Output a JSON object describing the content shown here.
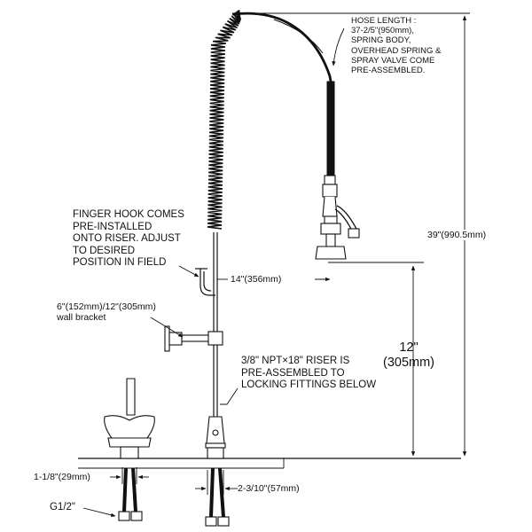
{
  "notes": {
    "hose_length": "HOSE LENGTH :\n37-2/5\"(950mm),\nSPRING BODY,\nOVERHEAD SPRING &\nSPRAY VALVE COME\nPRE-ASSEMBLED.",
    "finger_hook": "FINGER HOOK COMES\nPRE-INSTALLED\nONTO RISER. ADJUST\nTO DESIRED\nPOSITION IN FIELD",
    "wall_bracket": "6\"(152mm)/12\"(305mm)\nwall bracket",
    "riser": "3/8\" NPT×18\" RISER IS\nPRE-ASSEMBLED TO\nLOCKING FITTINGS BELOW"
  },
  "dimensions": {
    "total_height": "39\"(990.5mm)",
    "reach": "14\"(356mm)",
    "spray_height": "12\"\n(305mm)",
    "supply_spacing": "1-1/8\"(29mm)",
    "base_width": "2-3/10\"(57mm)",
    "inlet": "G1/2\""
  }
}
